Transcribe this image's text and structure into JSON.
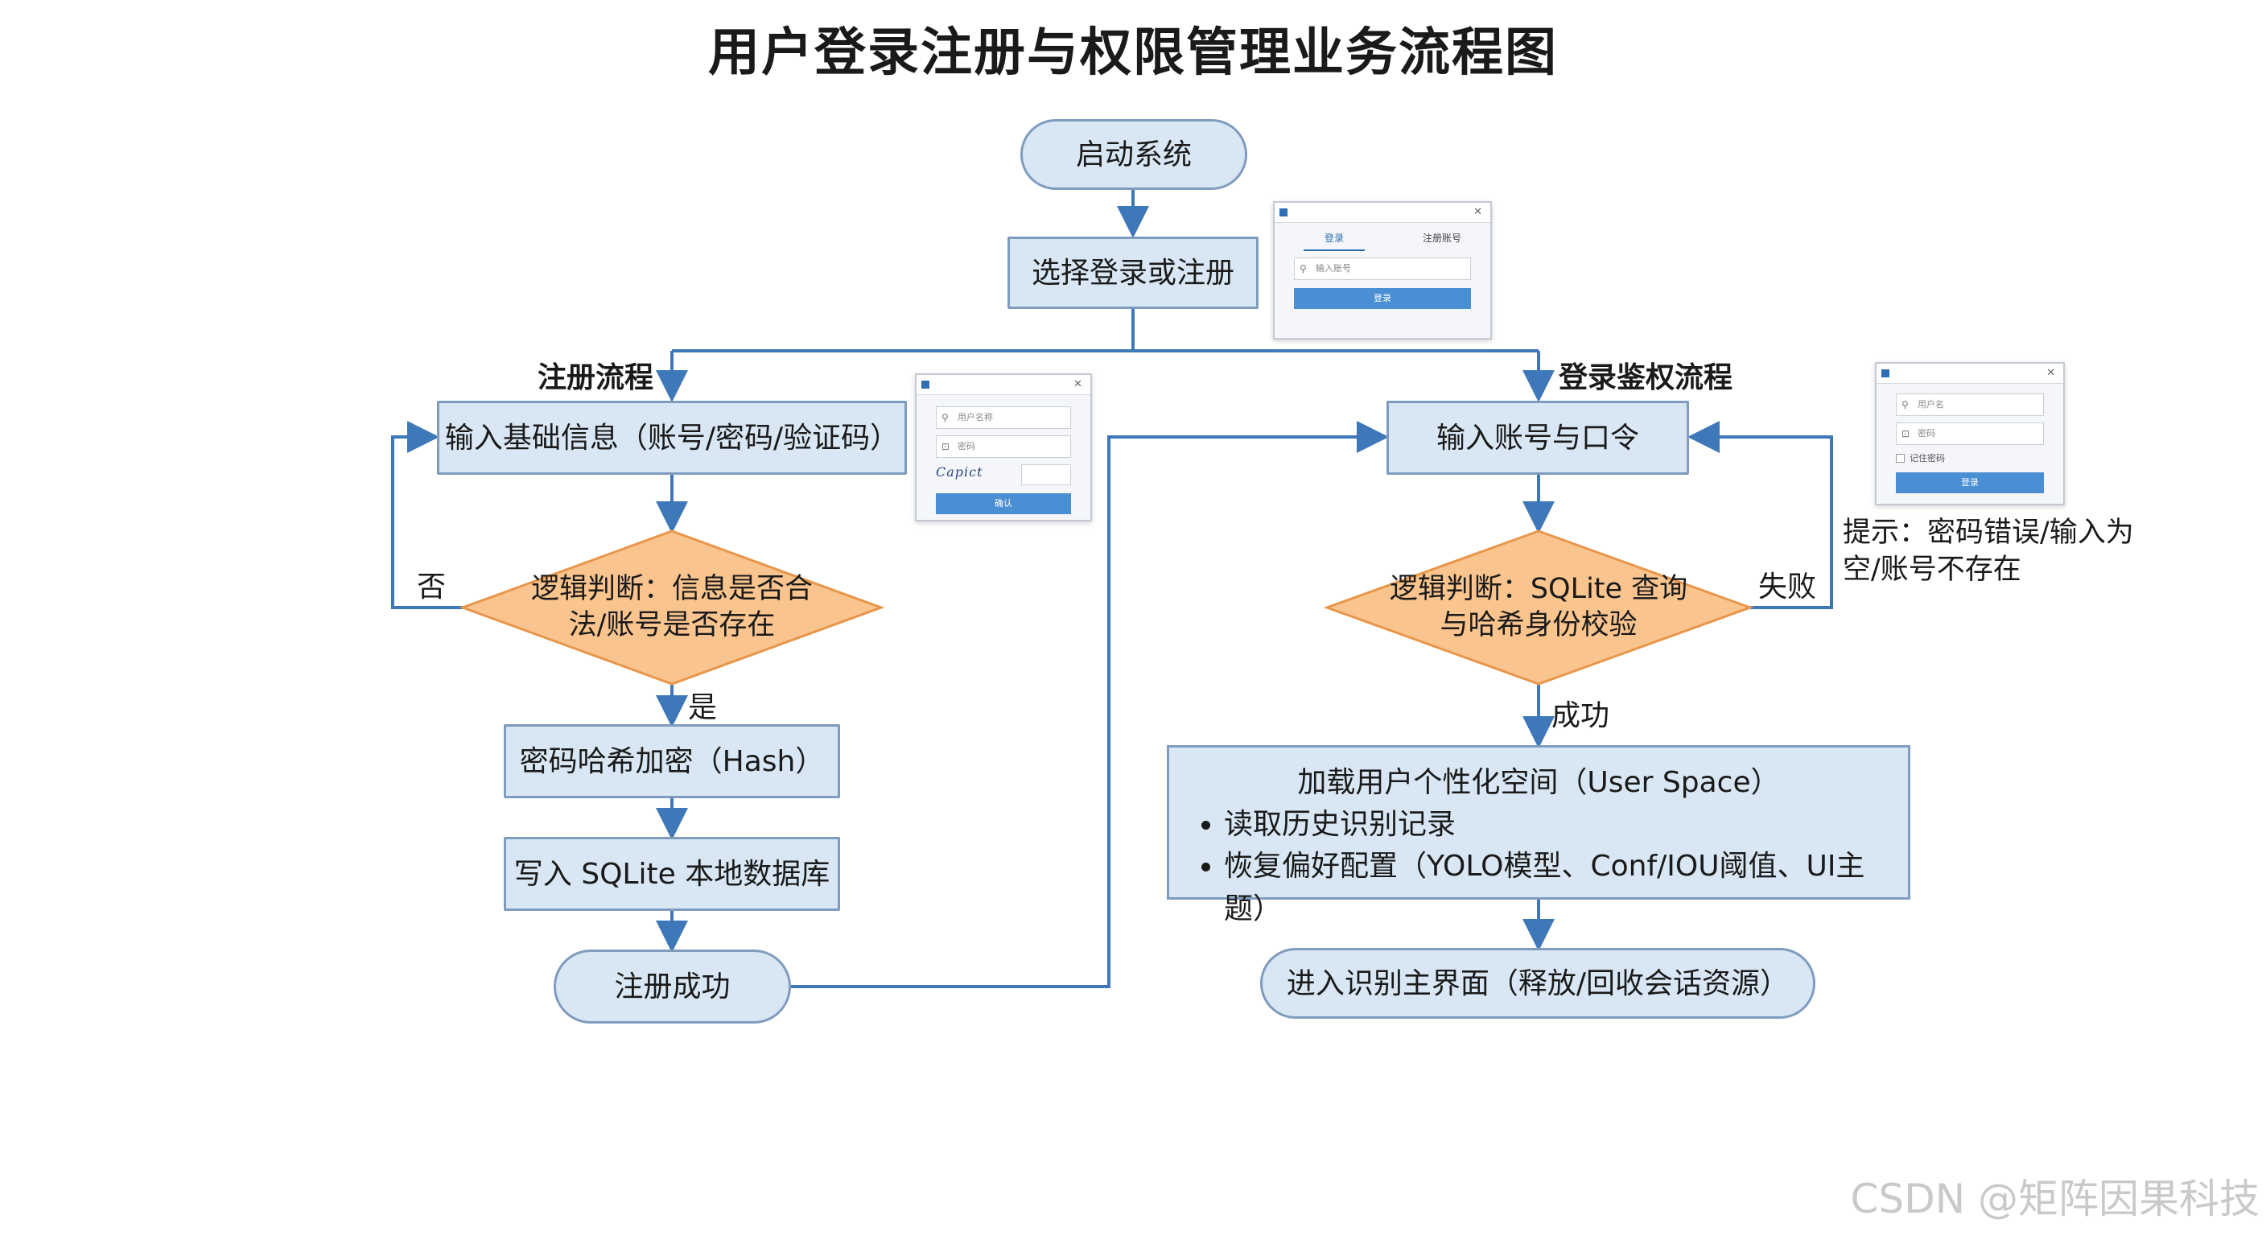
{
  "title": "用户登录注册与权限管理业务流程图",
  "nodes": {
    "start": "启动系统",
    "choose": "选择登录或注册",
    "reg_input": "输入基础信息（账号/密码/验证码）",
    "reg_check": "逻辑判断：信息是否合法/账号是否存在",
    "hash": "密码哈希加密（Hash）",
    "write_db": "写入 SQLite 本地数据库",
    "reg_success": "注册成功",
    "login_input": "输入账号与口令",
    "login_check": "逻辑判断：SQLite 查询与哈希身份校验",
    "load_space_title": "加载用户个性化空间（User Space）",
    "load_space_items": [
      "读取历史识别记录",
      "恢复偏好配置（YOLO模型、Conf/IOU阈值、UI主题）"
    ],
    "enter_main": "进入识别主界面（释放/回收会话资源）"
  },
  "sections": {
    "register": "注册流程",
    "login": "登录鉴权流程"
  },
  "edge_labels": {
    "no": "否",
    "yes": "是",
    "success": "成功",
    "fail": "失败"
  },
  "hint": "提示：密码错误/输入为空/账号不存在",
  "mockups": {
    "choose_window": {
      "tab_login": "登录",
      "tab_register": "注册账号",
      "account_placeholder": "输入账号",
      "button": "登录"
    },
    "register_window": {
      "username_placeholder": "用户名称",
      "password_placeholder": "密码",
      "captcha_text": "Capict",
      "button": "确认"
    },
    "login_window": {
      "username_placeholder": "用户名",
      "password_placeholder": "密码",
      "remember": "记住密码",
      "button": "登录"
    }
  },
  "watermark": "CSDN @矩阵因果科技",
  "colors": {
    "box_fill": "#d9e7f4",
    "box_border": "#7f9bbd",
    "diamond_fill": "#f9c48e",
    "diamond_border": "#e8964a",
    "arrow": "#3e78b8"
  }
}
